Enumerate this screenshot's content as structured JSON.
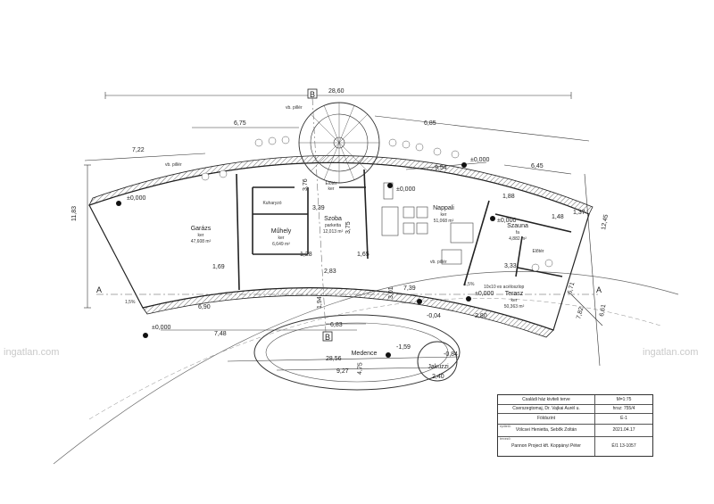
{
  "sections": {
    "a": "A",
    "b": "B"
  },
  "rooms": [
    {
      "name": "Garázs",
      "material": "ker",
      "area": "47,608 m²"
    },
    {
      "name": "Kuharyzó",
      "material": "",
      "area": ""
    },
    {
      "name": "Műhely",
      "material": "ker",
      "area": "6,649 m²"
    },
    {
      "name": "Szoba",
      "material": "parketta",
      "area": "12,013 m²"
    },
    {
      "name": "Előtér",
      "material": "ker",
      "area": ""
    },
    {
      "name": "Nappali",
      "material": "ker",
      "area": "51,068 m²"
    },
    {
      "name": "Szauna",
      "material": "fa",
      "area": "4,882 m²"
    },
    {
      "name": "Előtér",
      "material": "",
      "area": ""
    },
    {
      "name": "Terasz",
      "material": "ker",
      "area": "50,363 m²"
    },
    {
      "name": "Medence",
      "material": "",
      "area": ""
    },
    {
      "name": "Jakuzzi",
      "material": "",
      "area": ""
    }
  ],
  "levels": {
    "l1": "±0,000",
    "l2": "±0,000",
    "l3": "±0,000",
    "l4": "±0,000",
    "l5": "±0,000",
    "l6": "±0,000",
    "l7": "-0,04",
    "l8": "-1,59",
    "l9": "-0,84"
  },
  "dims": {
    "d1": "28,60",
    "d2": "6,75",
    "d3": "6,85",
    "d4": "7,22",
    "d5": "6,45",
    "d6": "9,54",
    "d7": "11,83",
    "d8": "12,45",
    "d9": "6,61",
    "d10": "6,90",
    "d11": "7,48",
    "d12": "6,83",
    "d13": "28,56",
    "d14": "9,27",
    "d15": "2,40",
    "d16": "4,75",
    "d17": "2,83",
    "d18": "1,69",
    "d19": "3,39",
    "d20": "3,75",
    "d21": "7,39",
    "d22": "3,33",
    "d23": "1,88",
    "d24": "1,28",
    "d25": "1,65",
    "d26": "3,01",
    "d27": "1,94",
    "d28": "3,76",
    "d29": "1,37",
    "d30": "1,48",
    "d31": "2,80",
    "d32": "6,71",
    "d33": "7,82"
  },
  "notes": {
    "pillar": "vb. pillér",
    "pillar2": "vb. pillér",
    "pillar3": "vb. pillér",
    "terrace_slab": "10x10 es acéloszlop",
    "slope1": "1,5%",
    "slope2": "1,5%"
  },
  "watermark": "ingatlan.com",
  "title_block": {
    "project": "Családi ház kiviteli terve",
    "scale": "M=1:75",
    "location": "Cserszegtomaj, Dr. Vajkai Aurél u.",
    "lot": "hrsz: 755/4",
    "drawing": "Földszint",
    "sheet": "É-1",
    "client_label": "építtető:",
    "client": "Völcsei Henietta, Sebők Zoltán",
    "date": "2021.04.17",
    "designer_label": "tervező:",
    "designer": "Pannon Project kft. Koppányi Péter",
    "number": "É/1 13-1057"
  }
}
